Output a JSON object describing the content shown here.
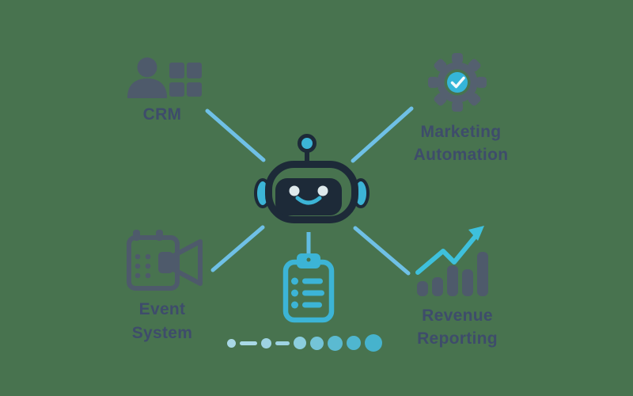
{
  "diagram": {
    "description_name": "chatbot-integrations-diagram",
    "background_color": "#48734F"
  },
  "palette": {
    "icon_slate": "#4E5A6B",
    "label_color": "#3E4C6B",
    "robot_dark": "#1D2A38",
    "teal": "#3CB4D6",
    "connector_blue": "#6FC0E6",
    "eye_color": "#DEE9EC",
    "check_color": "#F2FAFB"
  },
  "center": {
    "icon": "chatbot-robot-icon"
  },
  "attachment": {
    "icon": "clipboard-checklist-icon",
    "list_item_count": 3
  },
  "nodes": {
    "crm": {
      "label": "CRM",
      "icon": "person-grid-icon"
    },
    "marketing_automation": {
      "label_line1": "Marketing",
      "label_line2": "Automation",
      "icon": "gear-check-icon"
    },
    "event_system": {
      "label_line1": "Event",
      "label_line2": "System",
      "icon": "calendar-megaphone-icon"
    },
    "revenue_reporting": {
      "label_line1": "Revenue",
      "label_line2": "Reporting",
      "icon": "bar-chart-growth-icon"
    }
  },
  "progress_indicator": {
    "items": [
      {
        "type": "dot",
        "size": 11,
        "color": "#A9D8E6"
      },
      {
        "type": "dash",
        "width": 22,
        "height": 5,
        "color": "#A9D8E6"
      },
      {
        "type": "dot",
        "size": 13,
        "color": "#9ED3E2"
      },
      {
        "type": "dash",
        "width": 18,
        "height": 5,
        "color": "#9ED3E2"
      },
      {
        "type": "dot",
        "size": 16,
        "color": "#8CCEDF"
      },
      {
        "type": "dot",
        "size": 17,
        "color": "#74C4D8"
      },
      {
        "type": "dot",
        "size": 19,
        "color": "#5BBAD1"
      },
      {
        "type": "dot",
        "size": 18,
        "color": "#4FB6CF"
      },
      {
        "type": "dot",
        "size": 22,
        "color": "#46B3CD"
      }
    ]
  }
}
